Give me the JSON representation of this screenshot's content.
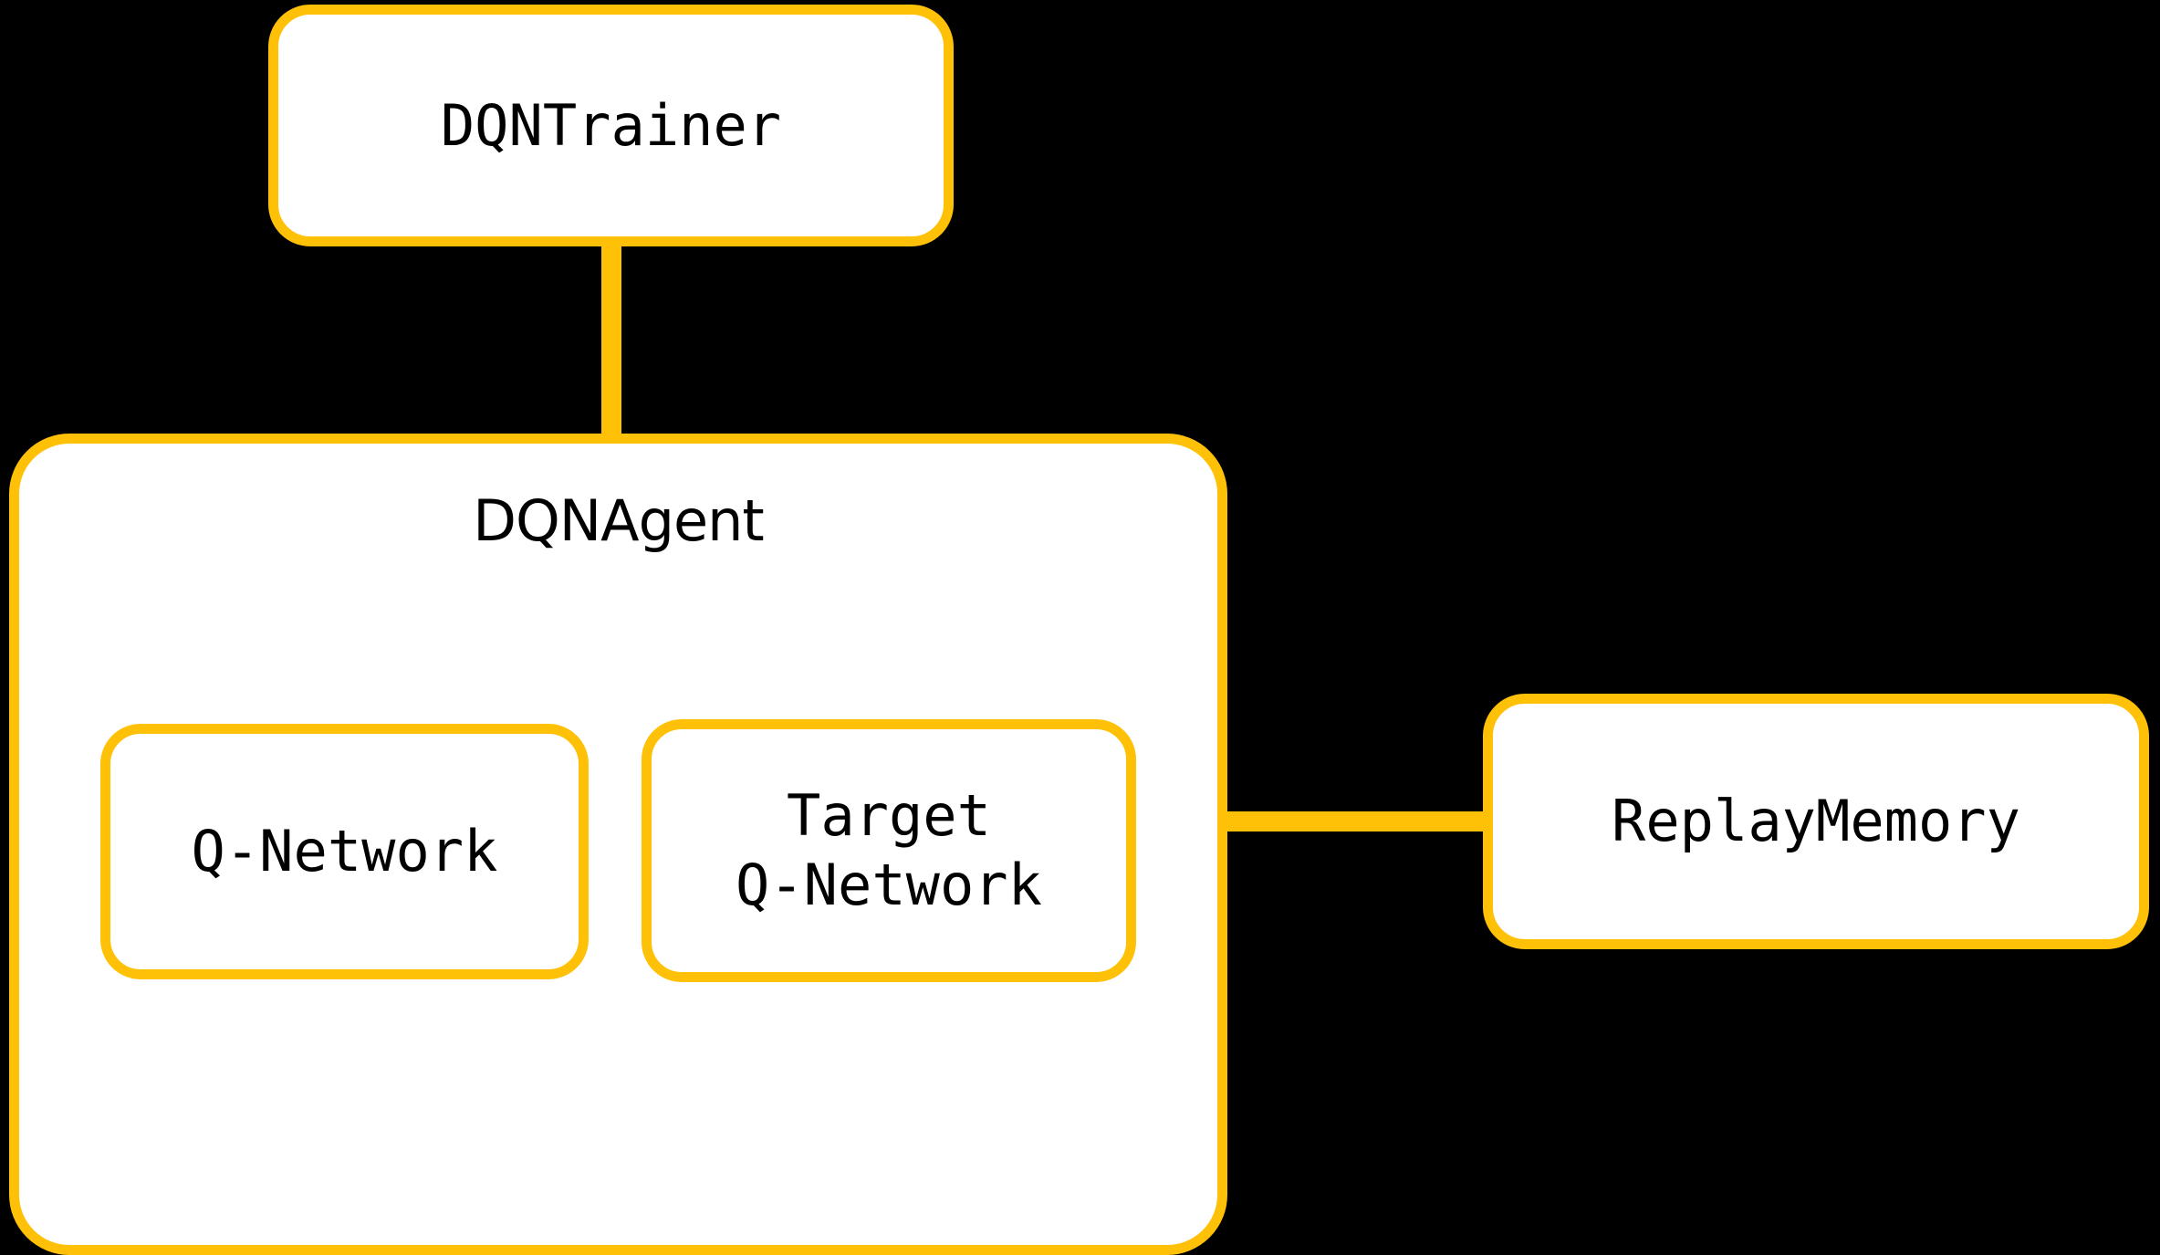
{
  "diagram": {
    "title": "DQN architecture component diagram",
    "background_color": "#000000",
    "accent_color": "#FFC107",
    "node_fill_color": "#FFFFFF",
    "text_color": "#000000",
    "nodes": {
      "trainer": {
        "label": "DQNTrainer"
      },
      "agent": {
        "label": "DQNAgent"
      },
      "qnetwork": {
        "label": "Q-Network"
      },
      "target_qnetwork": {
        "label": "Target\nQ-Network"
      },
      "replay_memory": {
        "label": "ReplayMemory"
      }
    },
    "edges": [
      {
        "name": "trainer-to-agent",
        "from": "trainer",
        "to": "agent",
        "orientation": "vertical"
      },
      {
        "name": "agent-to-replay-memory",
        "from": "agent",
        "to": "replay_memory",
        "orientation": "horizontal"
      }
    ]
  }
}
